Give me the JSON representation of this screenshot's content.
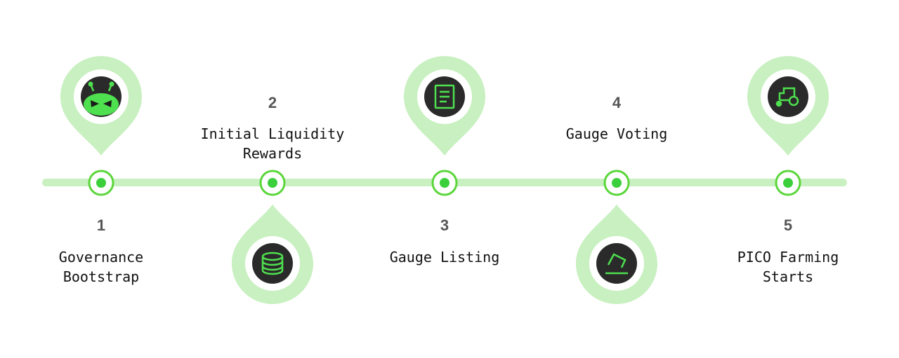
{
  "colors": {
    "track": "#c8f0c0",
    "pin": "#c8f0c0",
    "node_ring": "#5ad63a",
    "node_dot": "#3bd03b",
    "icon_bg": "#333333",
    "icon_fg": "#4ee04e",
    "number": "#555555",
    "label": "#111111"
  },
  "steps": [
    {
      "number": "1",
      "label": "Governance\nBootstrap",
      "icon": "alien-face-icon"
    },
    {
      "number": "2",
      "label": "Initial Liquidity\nRewards",
      "icon": "coin-stack-icon"
    },
    {
      "number": "3",
      "label": "Gauge Listing",
      "icon": "document-icon"
    },
    {
      "number": "4",
      "label": "Gauge Voting",
      "icon": "ballot-box-icon"
    },
    {
      "number": "5",
      "label": "PICO Farming\nStarts",
      "icon": "tractor-icon"
    }
  ]
}
